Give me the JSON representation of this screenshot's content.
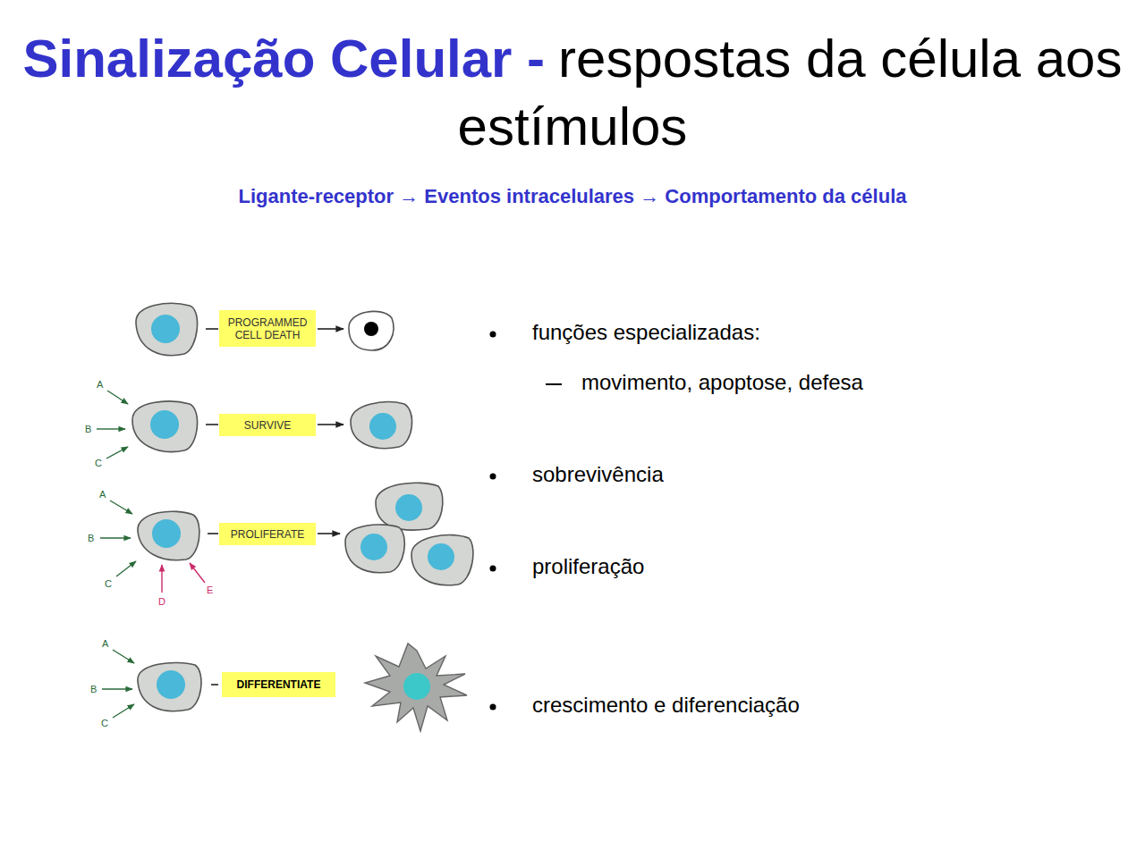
{
  "diagram": {
    "title": "Sinalização Celular -",
    "nodes": [
      {
        "text": [
          "PROGRAMMED CELL DEATH"
        ]
      },
      {
        "text": [
          "SURVIVE"
        ]
      },
      {
        "text": [
          "PROLIFERATE"
        ]
      },
      {
        "text": [
          "DIFFERENTIATE"
        ]
      }
    ],
    "labels": [
      "respostas da célula aos estímulos",
      "Ligante-receptor → Eventos intracelulares → Comportamento da célula",
      "funções especializadas:",
      "movimento, apoptose, defesa",
      "sobrevivência",
      "proliferação",
      "crescimento e diferenciação",
      "A",
      "B",
      "C",
      "A",
      "B",
      "C",
      "D",
      "E",
      "A",
      "B",
      "C"
    ]
  }
}
